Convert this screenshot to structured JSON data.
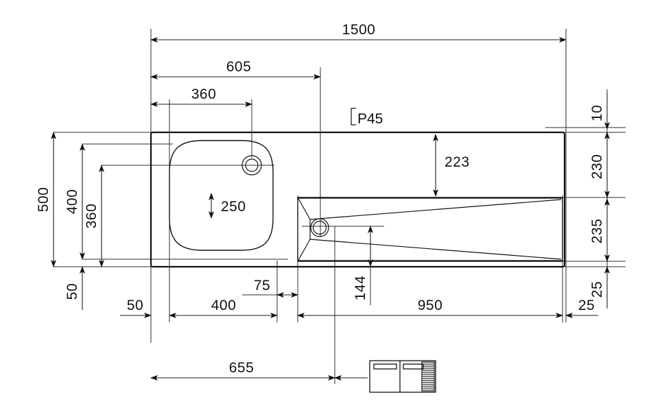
{
  "drawing": {
    "title": "Wash trough unit plan view dimensioned drawing",
    "units_note": "",
    "line_color": "#111111",
    "background_color": "#ffffff"
  },
  "annotations": {
    "counterbore_label": "P45"
  },
  "dimensions": {
    "top": [
      {
        "id": "overall-width",
        "value": "1500"
      },
      {
        "id": "basin-right-offset",
        "value": "605"
      },
      {
        "id": "basin-center-offset",
        "value": "360"
      }
    ],
    "left": [
      {
        "id": "overall-depth",
        "value": "500"
      },
      {
        "id": "basin-depth",
        "value": "400"
      },
      {
        "id": "basin-inner-depth",
        "value": "360"
      },
      {
        "id": "bottom-margin",
        "value": "50"
      }
    ],
    "right": [
      {
        "id": "rim-top",
        "value": "10"
      },
      {
        "id": "trough-top-offset",
        "value": "230"
      },
      {
        "id": "trough-height",
        "value": "235"
      },
      {
        "id": "rim-bottom",
        "value": "25"
      }
    ],
    "bottom": [
      {
        "id": "left-margin",
        "value": "50"
      },
      {
        "id": "basin-width",
        "value": "400"
      },
      {
        "id": "basin-to-trough",
        "value": "75"
      },
      {
        "id": "trough-width",
        "value": "950"
      },
      {
        "id": "right-margin",
        "value": "25"
      }
    ],
    "bottom2": [
      {
        "id": "drain-axis-distance",
        "value": "655"
      }
    ],
    "interior": [
      {
        "id": "basin-bowl-height",
        "value": "250"
      },
      {
        "id": "trough-upper-offset",
        "value": "223"
      },
      {
        "id": "trough-drain-offset",
        "value": "144"
      },
      {
        "id": "right-edge-margin",
        "value": "25"
      }
    ]
  },
  "legend_icon": {
    "name": "cabinet-unit-pictogram",
    "panels": 2,
    "grille_lines": 14
  }
}
